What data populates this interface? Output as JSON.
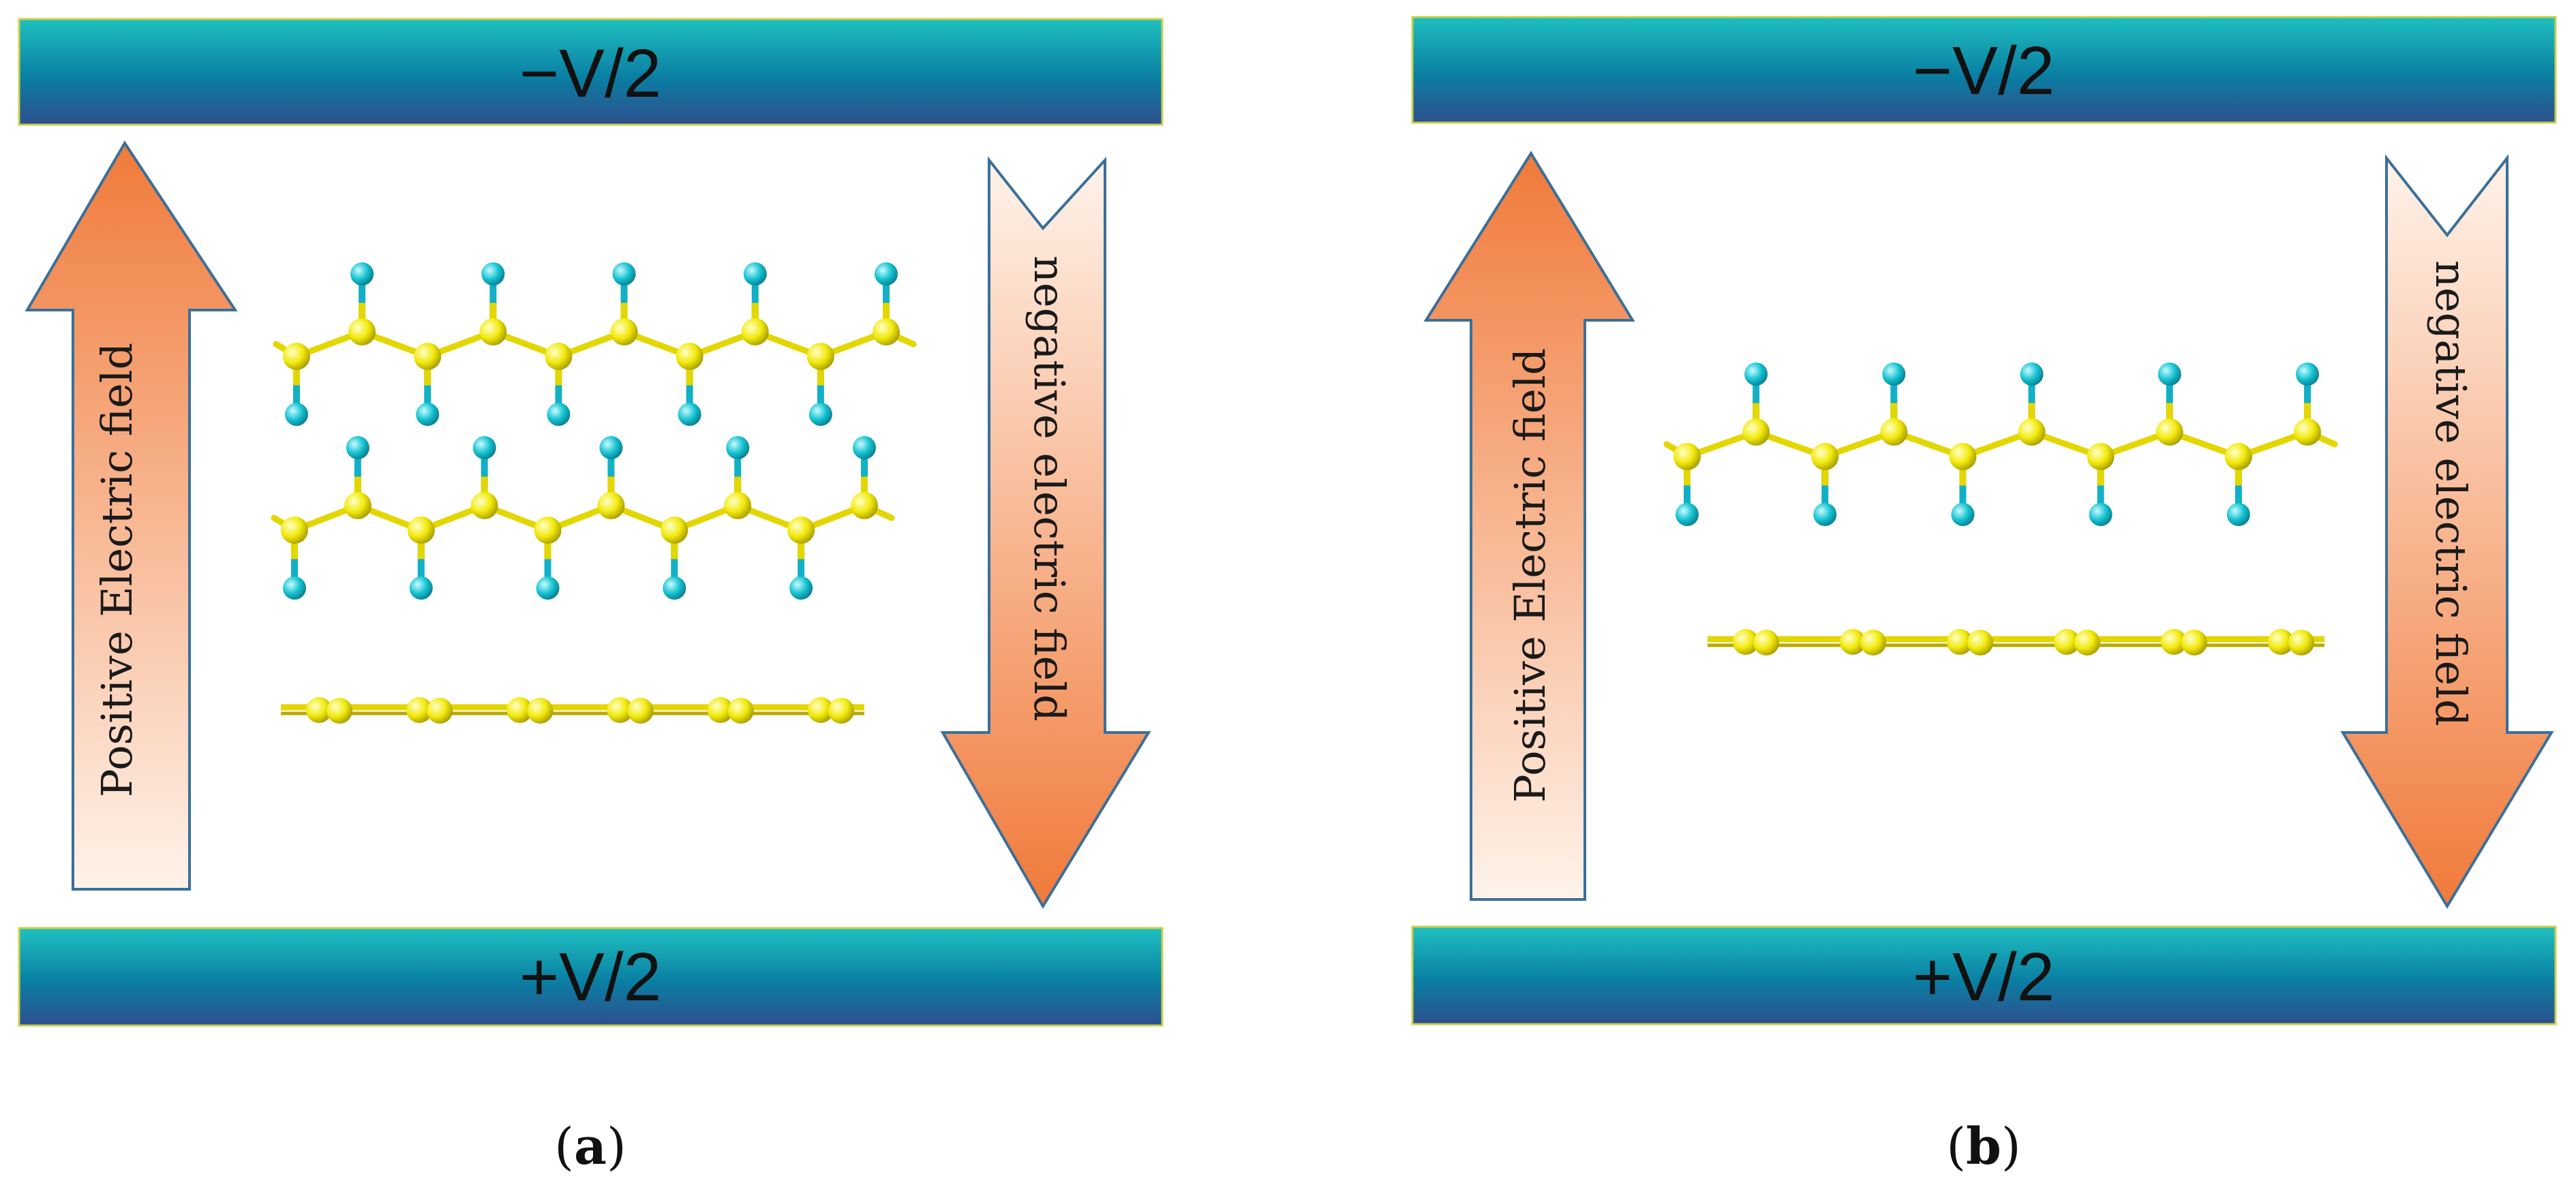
{
  "colors": {
    "plate_top": "#1fc0c0",
    "plate_mid": "#0a7fa3",
    "plate_bottom": "#2e4f8e",
    "plate_border": "#c8d24a",
    "arrow_fill_strong": "#f07a3a",
    "arrow_fill_light": "#fff3ea",
    "arrow_stroke": "#3a6f9a",
    "carbon_atom": "#f2ea0c",
    "bond": "#e4d600",
    "hydrogen_atom": "#17c3d2",
    "bond_h": "#12b0c6"
  },
  "panels": [
    {
      "id": "a",
      "caption_open": "(",
      "caption_letter": "a",
      "caption_close": ")",
      "top_electrode": "−V/2",
      "bottom_electrode": "+V/2",
      "left_arrow": "Positive Electric field",
      "right_arrow": "negative electric field",
      "layers": [
        "hydrogenated",
        "hydrogenated",
        "flat"
      ]
    },
    {
      "id": "b",
      "caption_open": "(",
      "caption_letter": "b",
      "caption_close": ")",
      "top_electrode": "−V/2",
      "bottom_electrode": "+V/2",
      "left_arrow": "Positive Electric field",
      "right_arrow": "negative electric field",
      "layers": [
        "hydrogenated",
        "flat"
      ]
    }
  ]
}
